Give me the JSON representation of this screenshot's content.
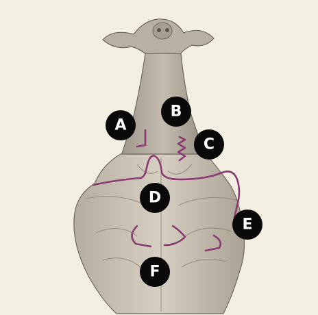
{
  "colors": {
    "background": "#f4efe3",
    "body_fill": "#c9c1b3",
    "body_shade": "#8f877a",
    "outline_purple": "#8a3a72",
    "marker_fill": "#0a0a0a",
    "marker_text": "#ffffff"
  },
  "labels": {
    "a": "A",
    "b": "B",
    "c": "C",
    "d": "D",
    "e": "E",
    "f": "F"
  }
}
